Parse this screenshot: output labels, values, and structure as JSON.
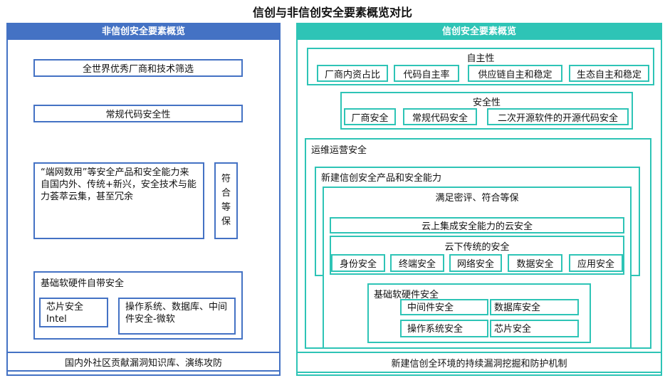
{
  "title": "信创与非信创安全要素概览对比",
  "left": {
    "header": "非信创安全要素概览",
    "selection": "全世界优秀厂商和技术筛选",
    "code_security": "常规代码安全性",
    "products": "“端网数用”等安全产品和安全能力来自国内外、传统+新兴，安全技术与能力荟萃云集，甚至冗余",
    "compliance": "符合等保",
    "basic": {
      "title": "基础软硬件自带安全",
      "chip": "芯片安全\nIntel",
      "os": "操作系统、数据库、中间件安全-微软"
    },
    "footer": "国内外社区贡献漏洞知识库、演练攻防"
  },
  "right": {
    "header": "信创安全要素概览",
    "autonomy": {
      "title": "自主性",
      "items": [
        "厂商内资占比",
        "代码自主率",
        "供应链自主和稳定",
        "生态自主和稳定"
      ]
    },
    "security": {
      "title": "安全性",
      "items": [
        "厂商安全",
        "常规代码安全",
        "二次开源软件的开源代码安全"
      ]
    },
    "ops": {
      "title": "运维运营安全",
      "new_products": {
        "title": "新建信创安全产品和安全能力",
        "compliance": {
          "title": "满足密评、符合等保",
          "cloud_on": "云上集成安全能力的云安全",
          "cloud_off": {
            "title": "云下传统的安全",
            "items": [
              "身份安全",
              "终端安全",
              "网络安全",
              "数据安全",
              "应用安全"
            ]
          }
        }
      },
      "basic": {
        "title": "基础软硬件安全",
        "items": [
          "中间件安全",
          "数据库安全",
          "操作系统安全",
          "芯片安全"
        ]
      }
    },
    "footer": "新建信创全环境的持续漏洞挖掘和防护机制"
  }
}
